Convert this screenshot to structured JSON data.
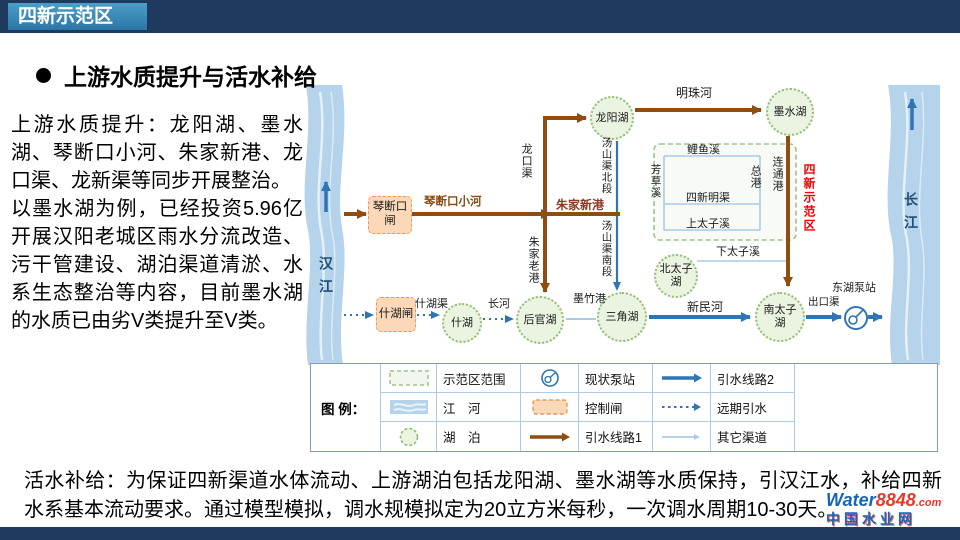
{
  "header": {
    "title": "四新示范区"
  },
  "section": {
    "title": "上游水质提升与活水补给"
  },
  "left_text": {
    "para1": "上游水质提升：龙阳湖、墨水湖、琴断口小河、朱家新港、龙口渠、龙新渠等同步开展整治。",
    "para2": "以墨水湖为例，已经投资5.96亿开展汉阳老城区雨水分流改造、污干管建设、湖泊渠道清淤、水系生态整治等内容，目前墨水湖的水质已由劣V类提升至V类。"
  },
  "diagram": {
    "rivers": {
      "han": "汉江",
      "yangtze": "长江"
    },
    "gates": [
      {
        "label": "琴断口闸"
      },
      {
        "label": "什湖闸"
      }
    ],
    "lakes": [
      {
        "label": "龙阳湖"
      },
      {
        "label": "墨水湖"
      },
      {
        "label": "什湖"
      },
      {
        "label": "后官湖"
      },
      {
        "label": "三角湖"
      },
      {
        "label": "北太子湖"
      },
      {
        "label": "南太子湖"
      }
    ],
    "labels": [
      {
        "text": "琴断口小河"
      },
      {
        "text": "朱家新港"
      },
      {
        "text": "龙口渠"
      },
      {
        "text": "朱家老港"
      },
      {
        "text": "汤山渠北段"
      },
      {
        "text": "汤山渠南段"
      },
      {
        "text": "明珠河"
      },
      {
        "text": "鲤鱼溪"
      },
      {
        "text": "芳草溪"
      },
      {
        "text": "四新明渠"
      },
      {
        "text": "上太子溪"
      },
      {
        "text": "下太子溪"
      },
      {
        "text": "总港"
      },
      {
        "text": "连通港"
      },
      {
        "text": "墨竹港"
      },
      {
        "text": "新民河"
      },
      {
        "text": "出口渠"
      },
      {
        "text": "东湖泵站"
      },
      {
        "text": "什湖渠"
      },
      {
        "text": "长河"
      }
    ],
    "zone_label": "四新示范区"
  },
  "legend": {
    "title": "图 例：",
    "items": [
      {
        "icon": "zone-range-icon",
        "label": "示范区范围"
      },
      {
        "icon": "pump-station-icon",
        "label": "现状泵站"
      },
      {
        "icon": "diversion-line2-icon",
        "label": "引水线路2"
      },
      {
        "icon": "river-icon",
        "label": "江　河"
      },
      {
        "icon": "control-gate-icon",
        "label": "控制闸"
      },
      {
        "icon": "future-diversion-icon",
        "label": "远期引水"
      },
      {
        "icon": "lake-icon",
        "label": "湖　泊"
      },
      {
        "icon": "diversion-line1-icon",
        "label": "引水线路1"
      },
      {
        "icon": "other-channel-icon",
        "label": "其它渠道"
      }
    ]
  },
  "bottom_text": "活水补给：为保证四新渠道水体流动、上游湖泊包括龙阳湖、墨水湖等水质保持，引汉江水，补给四新水系基本流动要求。通过模型模拟，调水规模拟定为20立方米每秒，一次调水周期10-30天。",
  "watermark": {
    "word": "Water",
    "number": "8848",
    "domain": ".com",
    "subtitle": "中国水业网"
  },
  "colors": {
    "header_bar": "#1E3A5F",
    "title_box_blue": "#2B76A6",
    "diversion_line1_brown": "#8F4E10",
    "diversion_line2_blue": "#2E75B6",
    "zone_label_red": "#F00000",
    "river_fill": "#B5D3EA",
    "lake_fill": "#EAF4E1",
    "gate_fill": "#FAD8B8"
  }
}
